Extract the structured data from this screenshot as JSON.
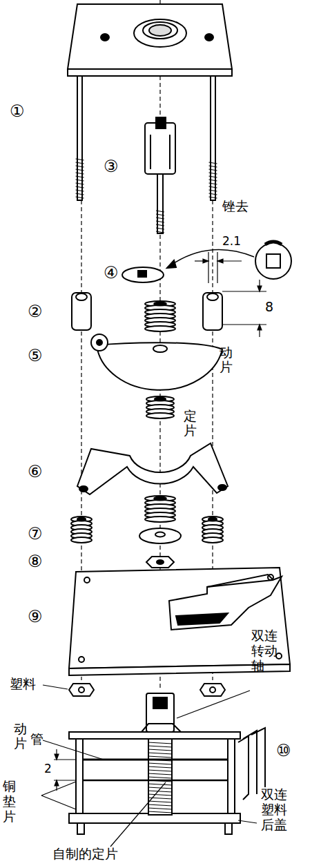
{
  "diagram": {
    "labels": [
      "①",
      "③",
      "锉去",
      "2.1",
      "8",
      "④",
      "②",
      "⑤",
      "动片",
      "⑥",
      "定片",
      "⑦",
      "⑧",
      "⑨",
      "双连转动轴",
      "塑料",
      "动片",
      "管",
      "2",
      "⑩",
      "铜垫片",
      "双连塑料后盖",
      "自制的定片"
    ]
  }
}
